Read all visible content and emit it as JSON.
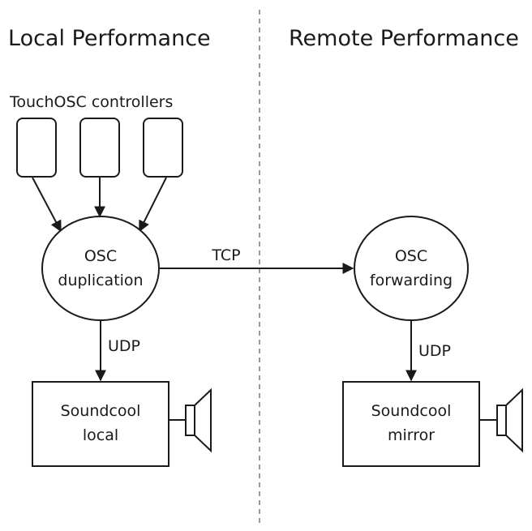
{
  "sections": {
    "local_title": "Local Performance",
    "remote_title": "Remote Performance"
  },
  "controllers": {
    "label": "TouchOSC controllers"
  },
  "nodes": {
    "osc_duplication": [
      "OSC",
      "duplication"
    ],
    "osc_forwarding": [
      "OSC",
      "forwarding"
    ],
    "soundcool_local": [
      "Soundcool",
      "local"
    ],
    "soundcool_mirror": [
      "Soundcool",
      "mirror"
    ]
  },
  "edges": {
    "tcp_label": "TCP",
    "udp_local_label": "UDP",
    "udp_remote_label": "UDP"
  }
}
